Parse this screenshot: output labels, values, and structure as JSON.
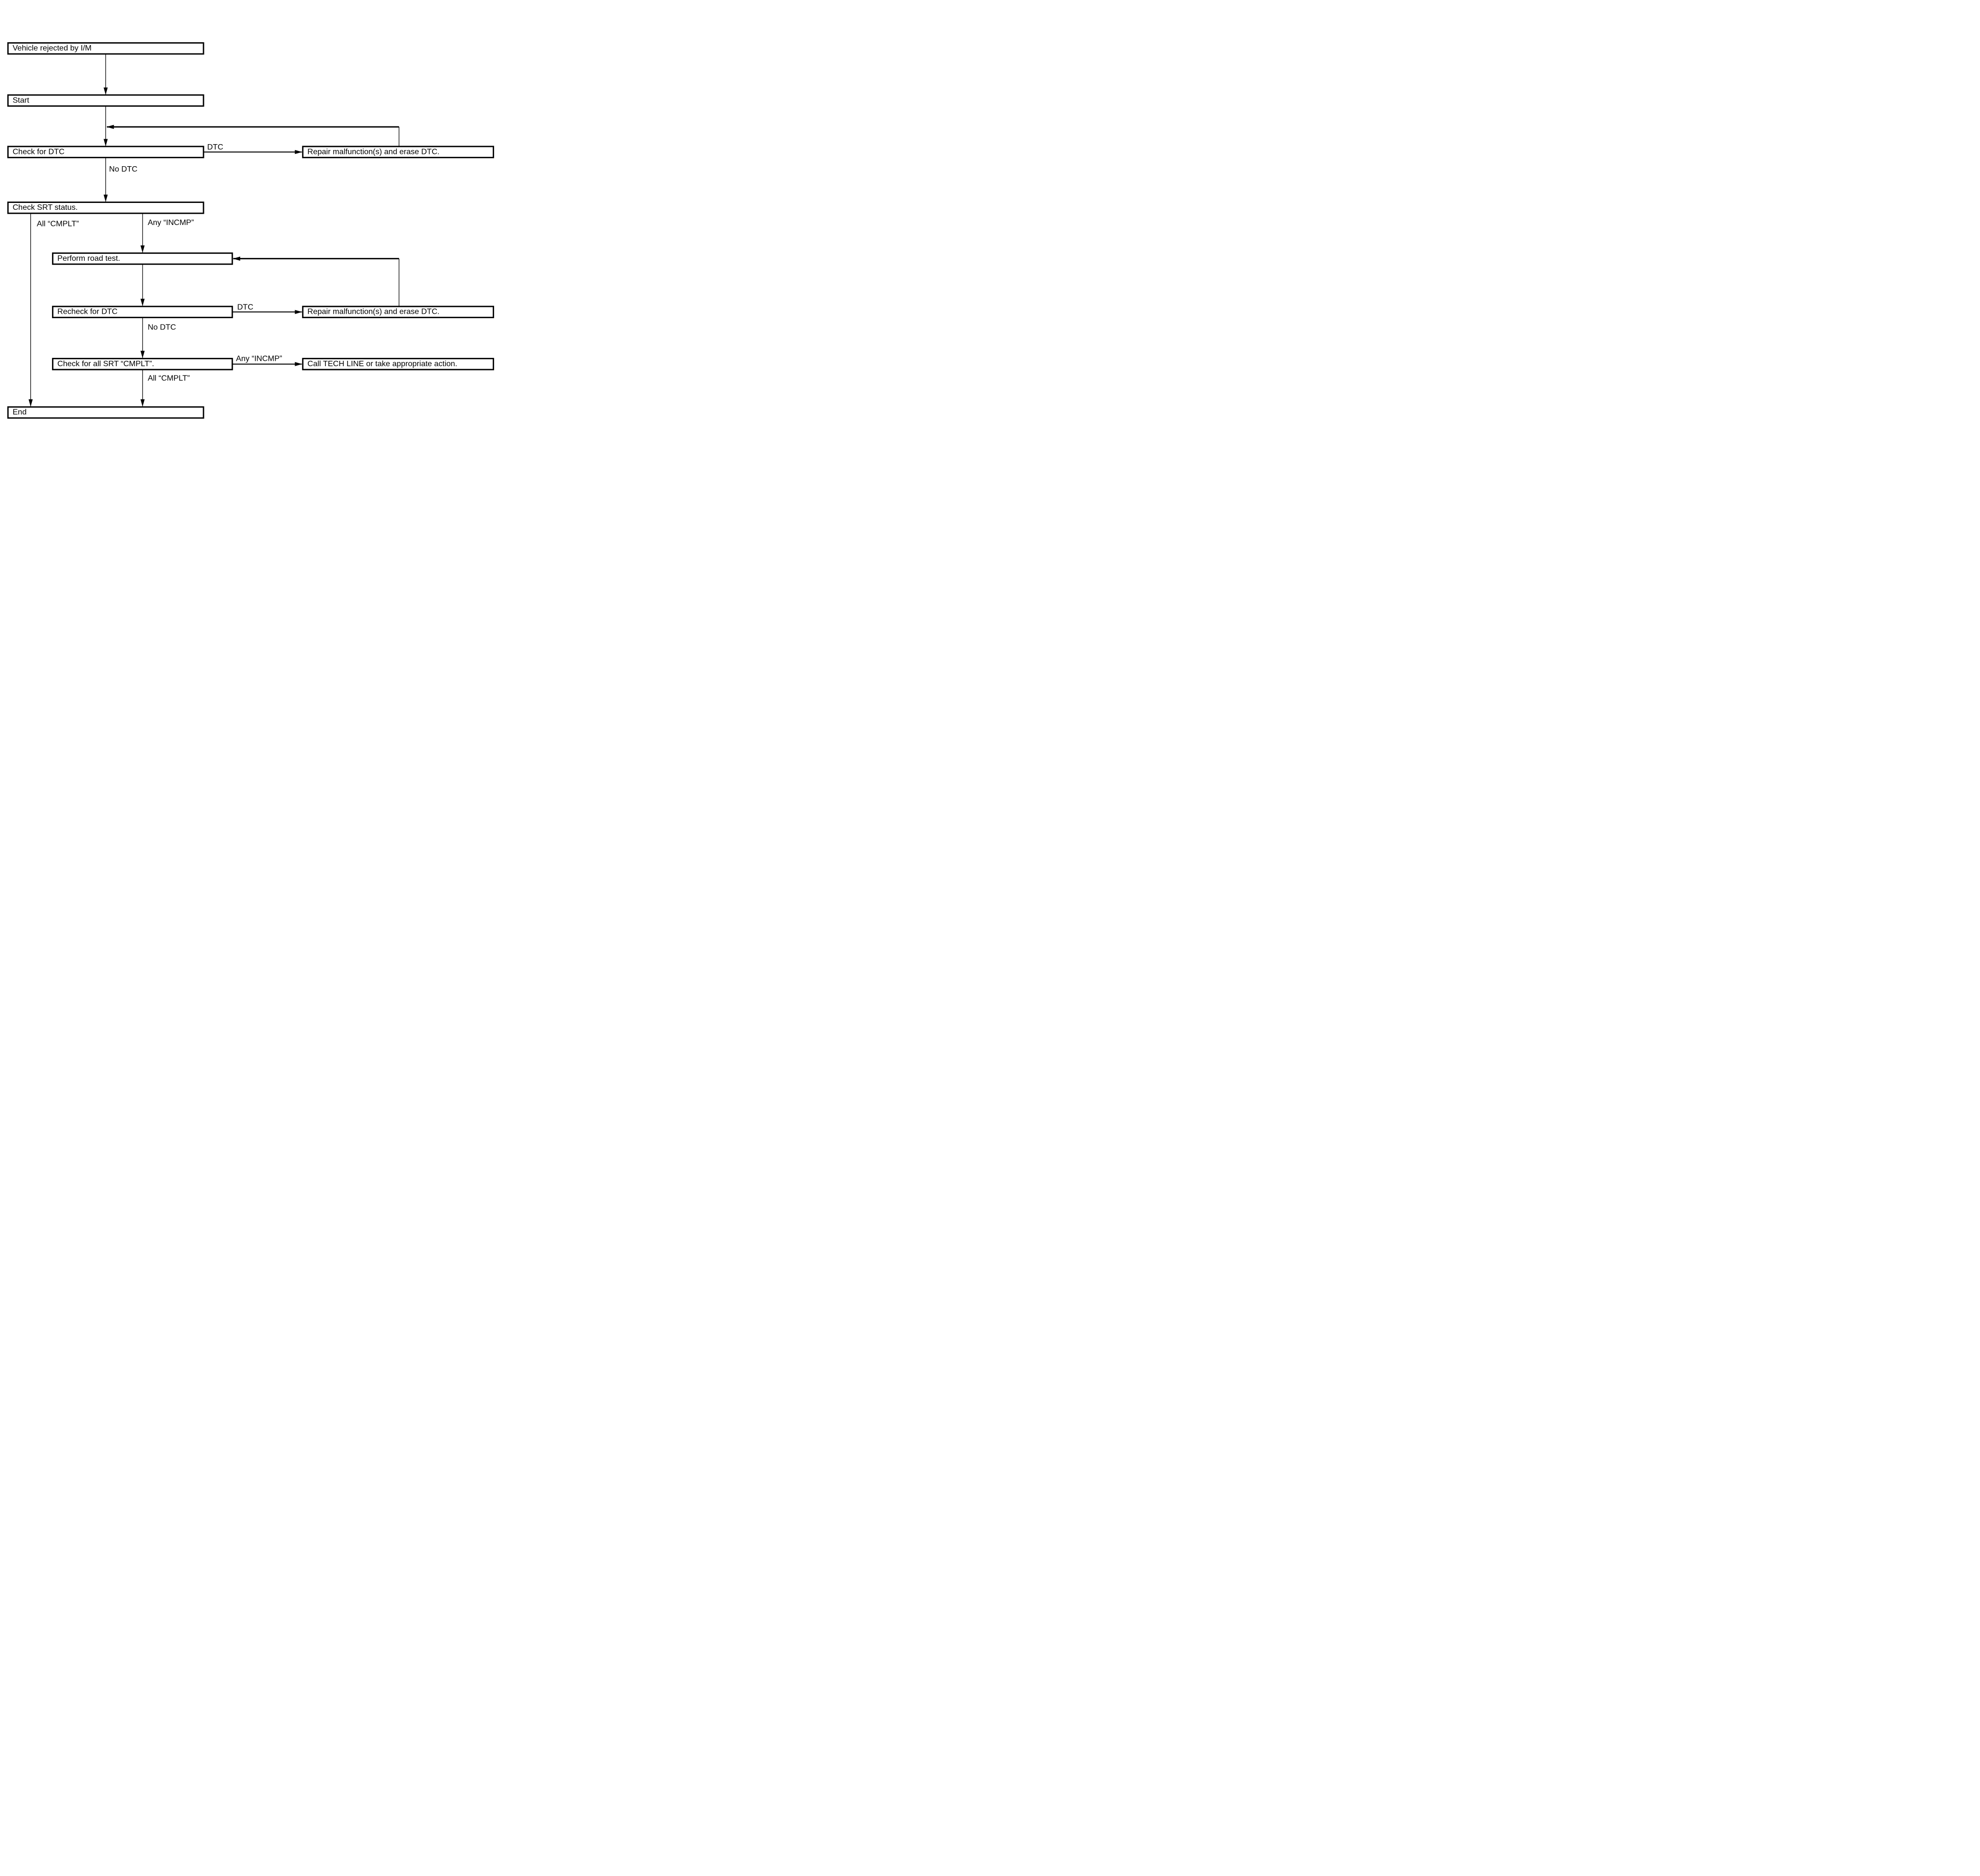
{
  "diagram": {
    "type": "flowchart",
    "colors": {
      "line": "#000000",
      "box_border": "#000000",
      "box_fill": "#ffffff",
      "text": "#000000",
      "background": "#ffffff"
    },
    "nodes": [
      {
        "id": "vehicle-rejected",
        "label": "Vehicle rejected by I/M"
      },
      {
        "id": "start",
        "label": "Start"
      },
      {
        "id": "check-for-dtc",
        "label": "Check for DTC"
      },
      {
        "id": "repair-erase-dtc-1",
        "label": "Repair malfunction(s) and erase DTC."
      },
      {
        "id": "check-srt-status",
        "label": "Check SRT status."
      },
      {
        "id": "perform-road-test",
        "label": "Perform road test."
      },
      {
        "id": "recheck-for-dtc",
        "label": "Recheck for DTC"
      },
      {
        "id": "repair-erase-dtc-2",
        "label": "Repair malfunction(s) and erase DTC."
      },
      {
        "id": "check-all-srt-cmplt",
        "label": "Check for all SRT “CMPLT”."
      },
      {
        "id": "call-tech-line",
        "label": "Call TECH LINE or take appropriate action."
      },
      {
        "id": "end",
        "label": "End"
      }
    ],
    "edge_labels": [
      {
        "id": "dtc-1",
        "text": "DTC"
      },
      {
        "id": "no-dtc-1",
        "text": "No DTC"
      },
      {
        "id": "all-cmplt-1",
        "text": "All “CMPLT”"
      },
      {
        "id": "any-incmp-1",
        "text": "Any “INCMP”"
      },
      {
        "id": "dtc-2",
        "text": "DTC"
      },
      {
        "id": "no-dtc-2",
        "text": "No DTC"
      },
      {
        "id": "any-incmp-2",
        "text": "Any “INCMP”"
      },
      {
        "id": "all-cmplt-2",
        "text": "All “CMPLT”"
      }
    ]
  }
}
